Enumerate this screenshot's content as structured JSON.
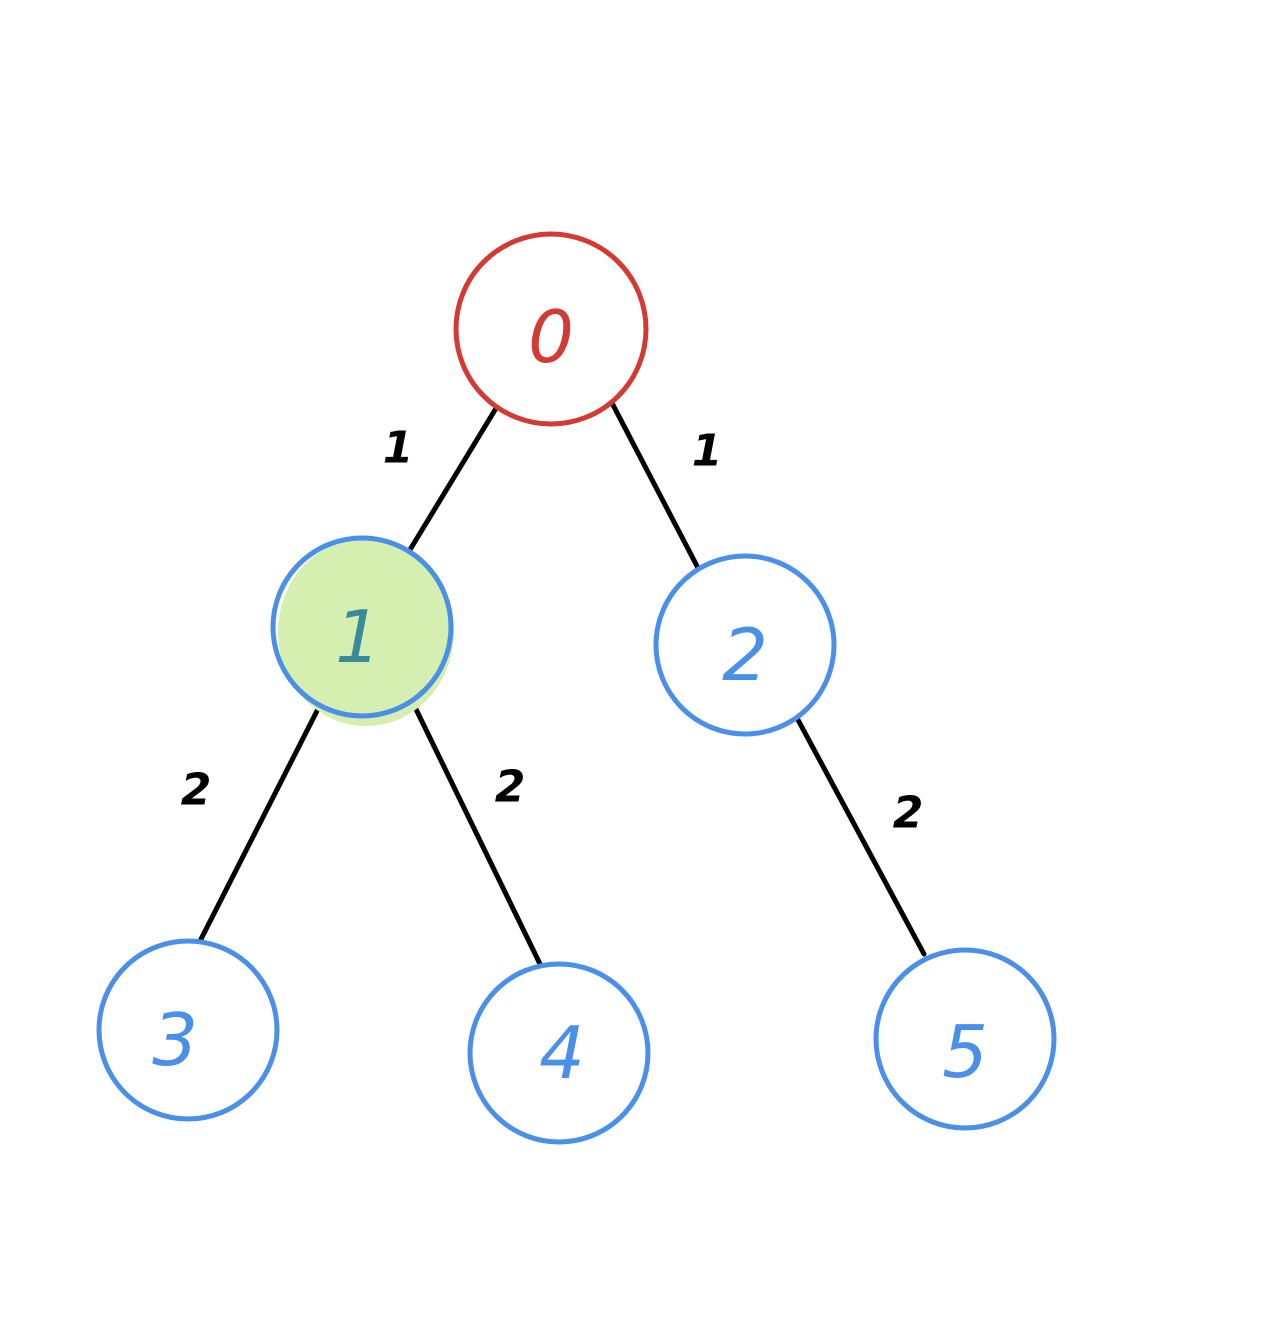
{
  "colors": {
    "root": "#d33a33",
    "node": "#4a90e8",
    "highlight_fill": "#d4efb0",
    "highlight_label": "#3a8a9a",
    "edge": "#000000"
  },
  "nodes": [
    {
      "id": "n0",
      "label": "0",
      "role": "root"
    },
    {
      "id": "n1",
      "label": "1",
      "role": "highlighted"
    },
    {
      "id": "n2",
      "label": "2",
      "role": "normal"
    },
    {
      "id": "n3",
      "label": "3",
      "role": "normal"
    },
    {
      "id": "n4",
      "label": "4",
      "role": "normal"
    },
    {
      "id": "n5",
      "label": "5",
      "role": "normal"
    }
  ],
  "edges": [
    {
      "from": "n0",
      "to": "n1",
      "label": "1"
    },
    {
      "from": "n0",
      "to": "n2",
      "label": "1"
    },
    {
      "from": "n1",
      "to": "n3",
      "label": "2"
    },
    {
      "from": "n1",
      "to": "n4",
      "label": "2"
    },
    {
      "from": "n2",
      "to": "n5",
      "label": "2"
    }
  ]
}
